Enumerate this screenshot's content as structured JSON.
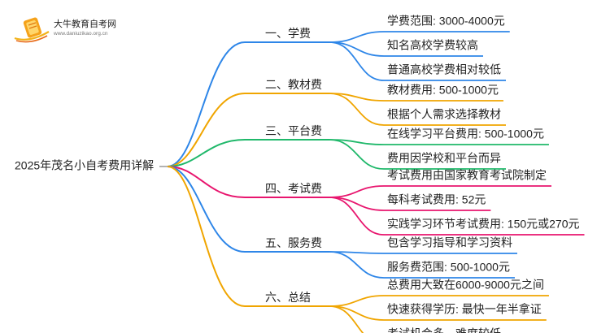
{
  "watermark": {
    "name": "大牛教育自考网",
    "url": "www.daniuzikao.org.cn",
    "icon": "book-logo-icon"
  },
  "mindmap": {
    "root": "2025年茂名小自考费用详解",
    "branches": [
      {
        "label": "一、学费",
        "color": "#2e86e8",
        "leaves": [
          "学费范围: 3000-4000元",
          "知名高校学费较高",
          "普通高校学费相对较低"
        ]
      },
      {
        "label": "二、教材费",
        "color": "#f0a500",
        "leaves": [
          "教材费用: 500-1000元",
          "根据个人需求选择教材"
        ]
      },
      {
        "label": "三、平台费",
        "color": "#1fb86a",
        "leaves": [
          "在线学习平台费用: 500-1000元",
          "费用因学校和平台而异"
        ]
      },
      {
        "label": "四、考试费",
        "color": "#e8156e",
        "leaves": [
          "考试费用由国家教育考试院制定",
          "每科考试费用: 52元",
          "实践学习环节考试费用: 150元或270元"
        ]
      },
      {
        "label": "五、服务费",
        "color": "#2e86e8",
        "leaves": [
          "包含学习指导和学习资料",
          "服务费范围: 500-1000元"
        ]
      },
      {
        "label": "六、总结",
        "color": "#f0a500",
        "leaves": [
          "总费用大致在6000-9000元之间",
          "快速获得学历: 最快一年半拿证",
          "考试机会多，难度较低"
        ]
      }
    ]
  }
}
